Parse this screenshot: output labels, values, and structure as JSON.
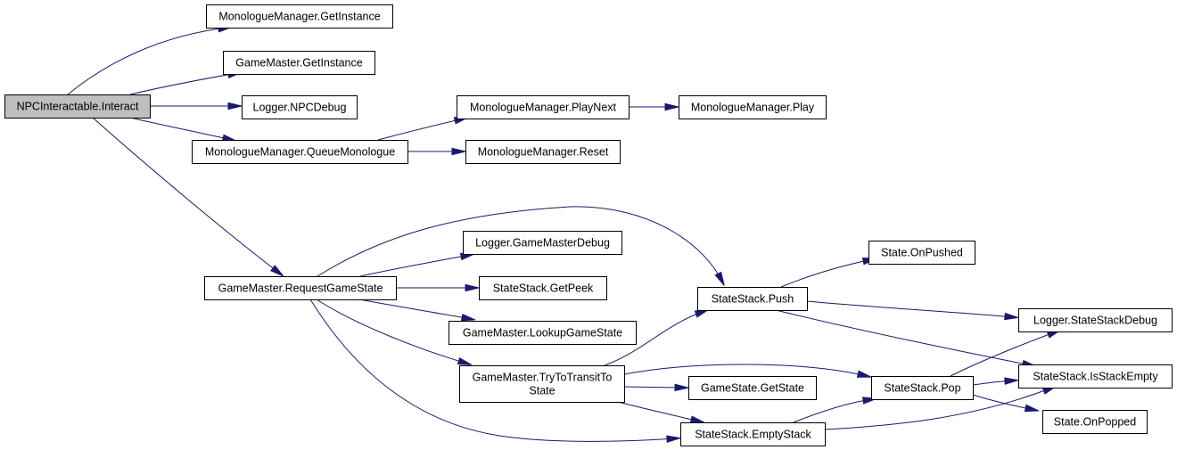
{
  "colors": {
    "background": "#ffffff",
    "edge": "#191970",
    "node_border": "#000000",
    "root_fill": "#bfbfbf",
    "node_fill": "#ffffff"
  },
  "root_node": "npc_interact",
  "nodes": [
    {
      "id": "npc_interact",
      "lines": [
        "NPCInteractable.Interact"
      ]
    },
    {
      "id": "mm_getinstance",
      "lines": [
        "MonologueManager.GetInstance"
      ]
    },
    {
      "id": "gm_getinstance",
      "lines": [
        "GameMaster.GetInstance"
      ]
    },
    {
      "id": "logger_npcdebug",
      "lines": [
        "Logger.NPCDebug"
      ]
    },
    {
      "id": "mm_queuemonologue",
      "lines": [
        "MonologueManager.QueueMonologue"
      ]
    },
    {
      "id": "mm_playnext",
      "lines": [
        "MonologueManager.PlayNext"
      ]
    },
    {
      "id": "mm_play",
      "lines": [
        "MonologueManager.Play"
      ]
    },
    {
      "id": "mm_reset",
      "lines": [
        "MonologueManager.Reset"
      ]
    },
    {
      "id": "gm_requestgamestate",
      "lines": [
        "GameMaster.RequestGameState"
      ]
    },
    {
      "id": "logger_gamemasterdebug",
      "lines": [
        "Logger.GameMasterDebug"
      ]
    },
    {
      "id": "ss_getpeek",
      "lines": [
        "StateStack.GetPeek"
      ]
    },
    {
      "id": "gm_lookupgamestate",
      "lines": [
        "GameMaster.LookupGameState"
      ]
    },
    {
      "id": "gm_trytotransit",
      "lines": [
        "GameMaster.TryToTransitTo",
        "State"
      ]
    },
    {
      "id": "ss_push",
      "lines": [
        "StateStack.Push"
      ]
    },
    {
      "id": "state_onpushed",
      "lines": [
        "State.OnPushed"
      ]
    },
    {
      "id": "logger_statestackdebug",
      "lines": [
        "Logger.StateStackDebug"
      ]
    },
    {
      "id": "ss_isstackempty",
      "lines": [
        "StateStack.IsStackEmpty"
      ]
    },
    {
      "id": "gs_getstate",
      "lines": [
        "GameState.GetState"
      ]
    },
    {
      "id": "ss_pop",
      "lines": [
        "StateStack.Pop"
      ]
    },
    {
      "id": "state_onpopped",
      "lines": [
        "State.OnPopped"
      ]
    },
    {
      "id": "ss_emptystack",
      "lines": [
        "StateStack.EmptyStack"
      ]
    }
  ],
  "edges": [
    {
      "from": "npc_interact",
      "to": "mm_getinstance"
    },
    {
      "from": "npc_interact",
      "to": "gm_getinstance"
    },
    {
      "from": "npc_interact",
      "to": "logger_npcdebug"
    },
    {
      "from": "npc_interact",
      "to": "mm_queuemonologue"
    },
    {
      "from": "npc_interact",
      "to": "gm_requestgamestate"
    },
    {
      "from": "mm_queuemonologue",
      "to": "mm_playnext"
    },
    {
      "from": "mm_queuemonologue",
      "to": "mm_reset"
    },
    {
      "from": "mm_playnext",
      "to": "mm_play"
    },
    {
      "from": "gm_requestgamestate",
      "to": "ss_push"
    },
    {
      "from": "gm_requestgamestate",
      "to": "logger_gamemasterdebug"
    },
    {
      "from": "gm_requestgamestate",
      "to": "ss_getpeek"
    },
    {
      "from": "gm_requestgamestate",
      "to": "gm_lookupgamestate"
    },
    {
      "from": "gm_requestgamestate",
      "to": "gm_trytotransit"
    },
    {
      "from": "gm_requestgamestate",
      "to": "ss_emptystack"
    },
    {
      "from": "gm_trytotransit",
      "to": "ss_push"
    },
    {
      "from": "gm_trytotransit",
      "to": "ss_pop"
    },
    {
      "from": "gm_trytotransit",
      "to": "gs_getstate"
    },
    {
      "from": "gm_trytotransit",
      "to": "ss_emptystack"
    },
    {
      "from": "ss_push",
      "to": "state_onpushed"
    },
    {
      "from": "ss_push",
      "to": "logger_statestackdebug"
    },
    {
      "from": "ss_push",
      "to": "ss_isstackempty"
    },
    {
      "from": "ss_pop",
      "to": "logger_statestackdebug"
    },
    {
      "from": "ss_pop",
      "to": "ss_isstackempty"
    },
    {
      "from": "ss_pop",
      "to": "state_onpopped"
    },
    {
      "from": "ss_emptystack",
      "to": "ss_pop"
    },
    {
      "from": "ss_emptystack",
      "to": "ss_isstackempty"
    }
  ]
}
